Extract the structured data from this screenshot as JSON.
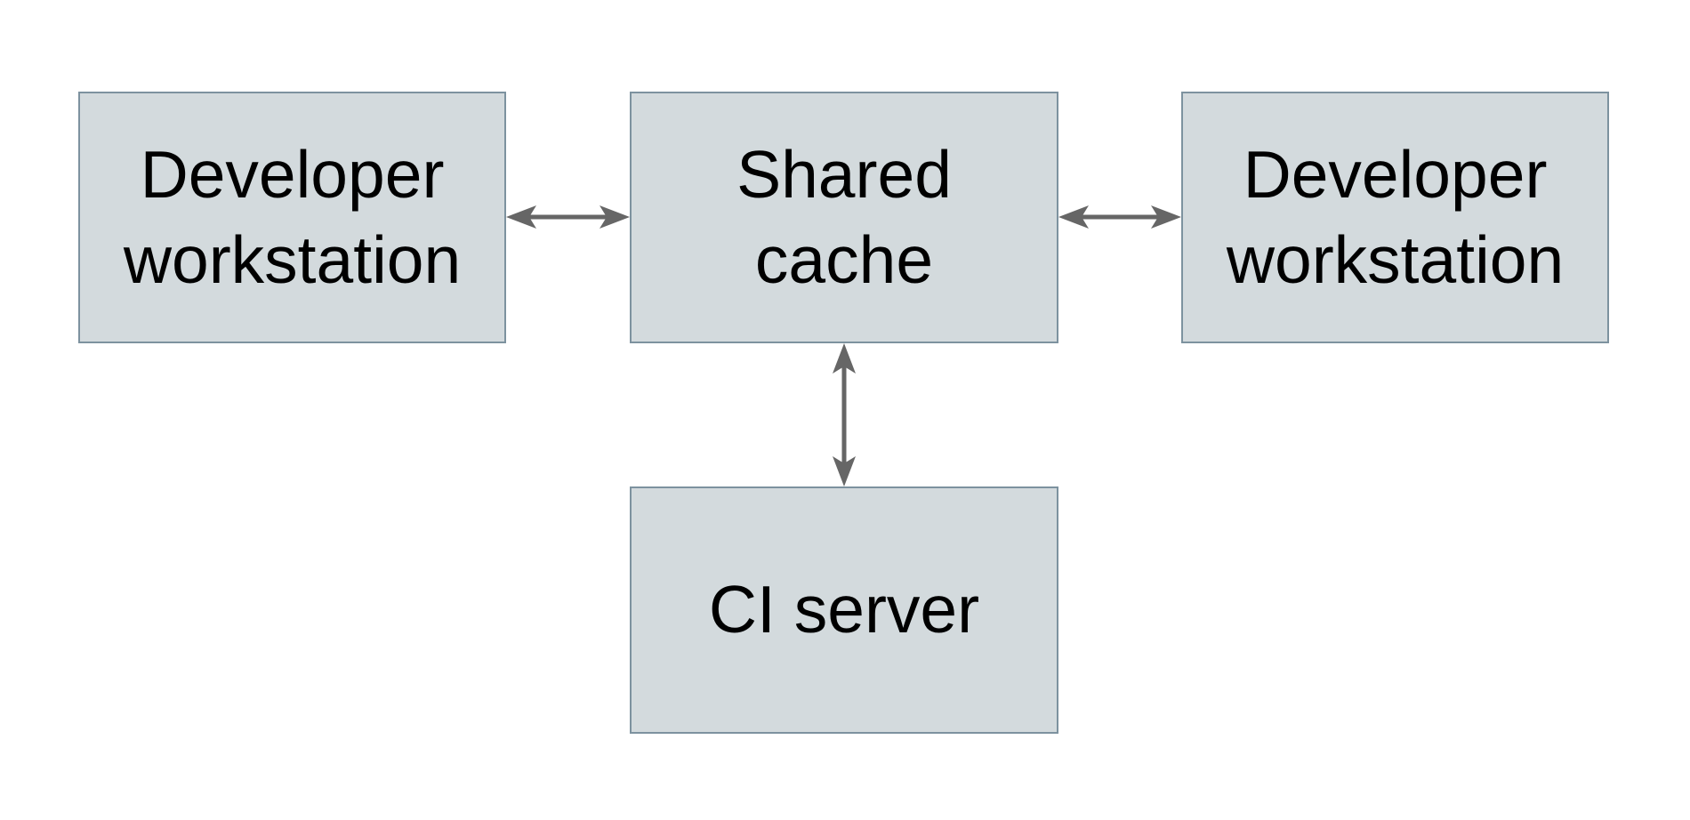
{
  "diagram": {
    "colors": {
      "background": "#ffffff",
      "box_fill": "#d3dadd",
      "box_border": "#7d929f",
      "arrow_color": "#666666",
      "text_color": "#000000"
    },
    "nodes": [
      {
        "id": "developer-workstation-left",
        "label": "Developer\nworkstation"
      },
      {
        "id": "shared-cache",
        "label": "Shared\ncache"
      },
      {
        "id": "developer-workstation-right",
        "label": "Developer\nworkstation"
      },
      {
        "id": "ci-server",
        "label": "CI server"
      }
    ],
    "edges": [
      {
        "from": "developer-workstation-left",
        "to": "shared-cache",
        "direction": "bidirectional"
      },
      {
        "from": "shared-cache",
        "to": "developer-workstation-right",
        "direction": "bidirectional"
      },
      {
        "from": "shared-cache",
        "to": "ci-server",
        "direction": "bidirectional"
      }
    ]
  }
}
